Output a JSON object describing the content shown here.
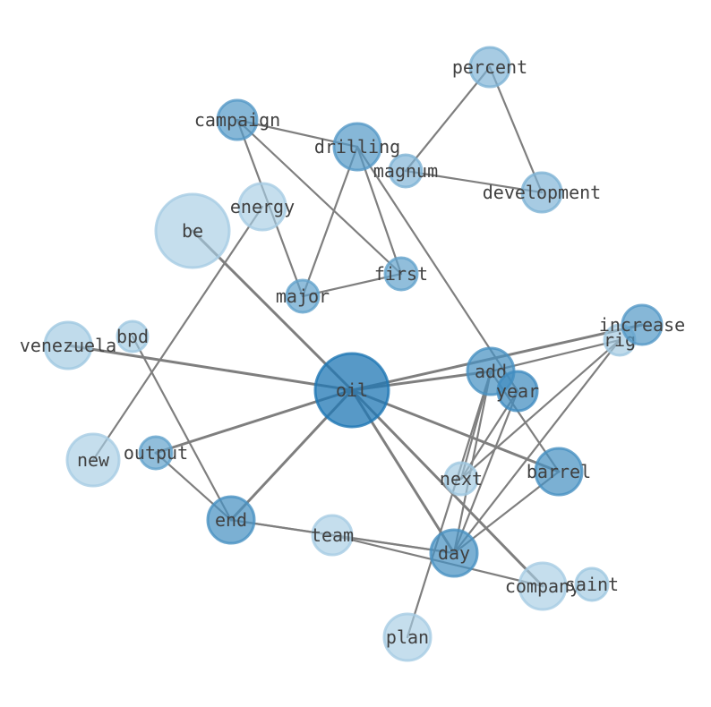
{
  "colors": {
    "edge": "#7f7f7f",
    "label": "#404040",
    "node_fill": "#1f77b4",
    "node_light": "#a6cce3"
  },
  "nodes": [
    {
      "id": "oil",
      "label": "oil",
      "intensity": 1.0
    },
    {
      "id": "be",
      "label": "be",
      "intensity": 0.0
    },
    {
      "id": "energy",
      "label": "energy",
      "intensity": 0.0
    },
    {
      "id": "new",
      "label": "new",
      "intensity": 0.0
    },
    {
      "id": "venezuela",
      "label": "venezuela",
      "intensity": 0.05
    },
    {
      "id": "bpd",
      "label": "bpd",
      "intensity": 0.05
    },
    {
      "id": "plan",
      "label": "plan",
      "intensity": 0.0
    },
    {
      "id": "company",
      "label": "company",
      "intensity": 0.0
    },
    {
      "id": "team",
      "label": "team",
      "intensity": 0.0
    },
    {
      "id": "saint",
      "label": "saint",
      "intensity": 0.05
    },
    {
      "id": "next",
      "label": "next",
      "intensity": 0.05
    },
    {
      "id": "rig",
      "label": "rig",
      "intensity": 0.05
    },
    {
      "id": "percent",
      "label": "percent",
      "intensity": 0.3
    },
    {
      "id": "magnum",
      "label": "magnum",
      "intensity": 0.3
    },
    {
      "id": "development",
      "label": "development",
      "intensity": 0.3
    },
    {
      "id": "campaign",
      "label": "campaign",
      "intensity": 0.6
    },
    {
      "id": "drilling",
      "label": "drilling",
      "intensity": 0.6
    },
    {
      "id": "first",
      "label": "first",
      "intensity": 0.5
    },
    {
      "id": "major",
      "label": "major",
      "intensity": 0.5
    },
    {
      "id": "output",
      "label": "output",
      "intensity": 0.5
    },
    {
      "id": "increase",
      "label": "increase",
      "intensity": 0.6
    },
    {
      "id": "add",
      "label": "add",
      "intensity": 0.7
    },
    {
      "id": "year",
      "label": "year",
      "intensity": 0.75
    },
    {
      "id": "barrel",
      "label": "barrel",
      "intensity": 0.7
    },
    {
      "id": "day",
      "label": "day",
      "intensity": 0.7
    },
    {
      "id": "end",
      "label": "end",
      "intensity": 0.7
    }
  ],
  "edges": [
    [
      "oil",
      "be"
    ],
    [
      "oil",
      "venezuela"
    ],
    [
      "oil",
      "end"
    ],
    [
      "oil",
      "barrel"
    ],
    [
      "oil",
      "output"
    ],
    [
      "oil",
      "add"
    ],
    [
      "oil",
      "increase"
    ],
    [
      "oil",
      "company"
    ],
    [
      "oil",
      "day"
    ],
    [
      "campaign",
      "drilling"
    ],
    [
      "campaign",
      "first"
    ],
    [
      "campaign",
      "major"
    ],
    [
      "drilling",
      "major"
    ],
    [
      "drilling",
      "first"
    ],
    [
      "drilling",
      "year"
    ],
    [
      "major",
      "first"
    ],
    [
      "percent",
      "magnum"
    ],
    [
      "percent",
      "development"
    ],
    [
      "magnum",
      "development"
    ],
    [
      "energy",
      "new"
    ],
    [
      "bpd",
      "end"
    ],
    [
      "output",
      "end"
    ],
    [
      "end",
      "team"
    ],
    [
      "end",
      "day"
    ],
    [
      "team",
      "day"
    ],
    [
      "team",
      "company"
    ],
    [
      "day",
      "barrel"
    ],
    [
      "day",
      "add"
    ],
    [
      "day",
      "year"
    ],
    [
      "day",
      "rig"
    ],
    [
      "add",
      "next"
    ],
    [
      "add",
      "barrel"
    ],
    [
      "add",
      "plan"
    ],
    [
      "add",
      "rig"
    ],
    [
      "year",
      "next"
    ],
    [
      "next",
      "rig"
    ]
  ]
}
